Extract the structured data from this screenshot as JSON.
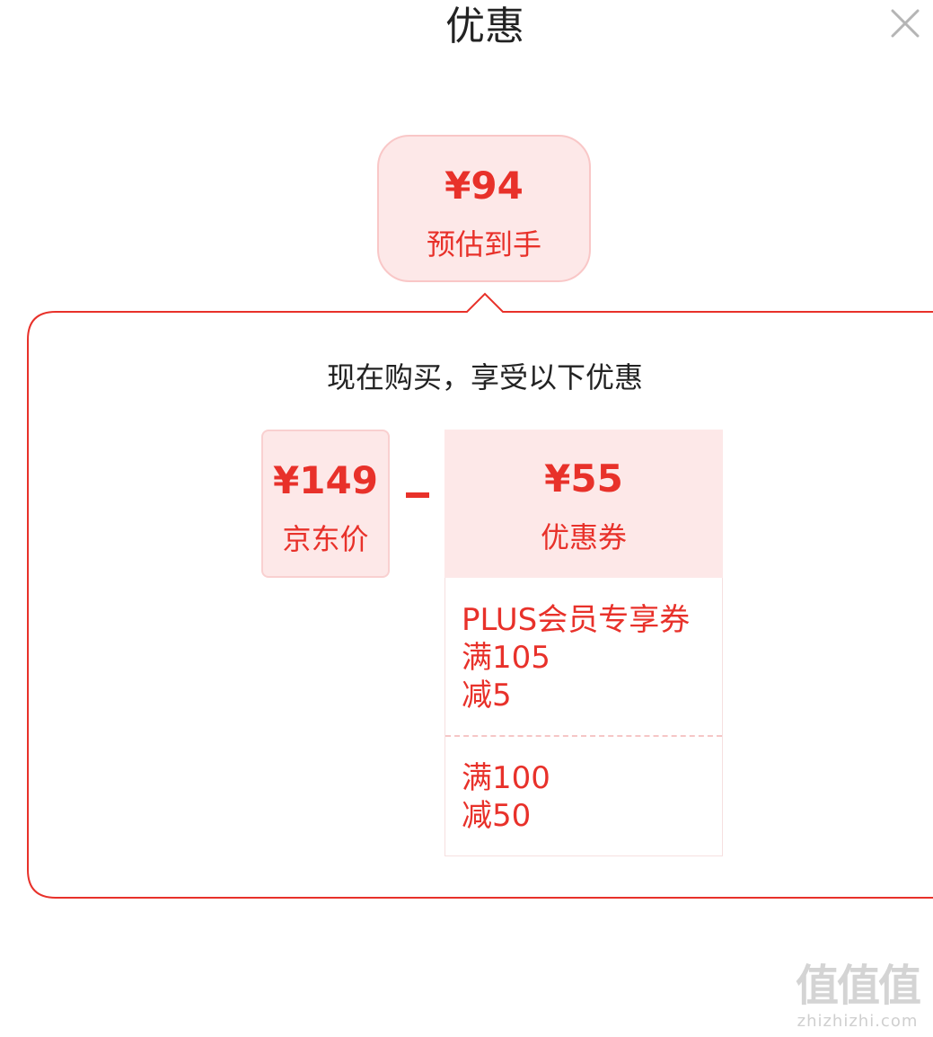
{
  "header": {
    "title": "优惠",
    "close_icon": "close-icon"
  },
  "estimate": {
    "price": "¥94",
    "label": "预估到手"
  },
  "panel": {
    "heading": "现在购买，享受以下优惠"
  },
  "jd_price": {
    "price": "¥149",
    "label": "京东价"
  },
  "operator": "−",
  "coupon": {
    "price": "¥55",
    "label": "优惠券",
    "items": [
      {
        "lines": [
          "PLUS会员专享券",
          "满105",
          "减5"
        ]
      },
      {
        "lines": [
          "满100",
          "减50"
        ]
      }
    ]
  },
  "watermark": {
    "logo": "值值值",
    "url": "zhizhizhi.com"
  },
  "colors": {
    "accent": "#e8312a",
    "card_bg": "#fde8e8",
    "text": "#222222"
  }
}
